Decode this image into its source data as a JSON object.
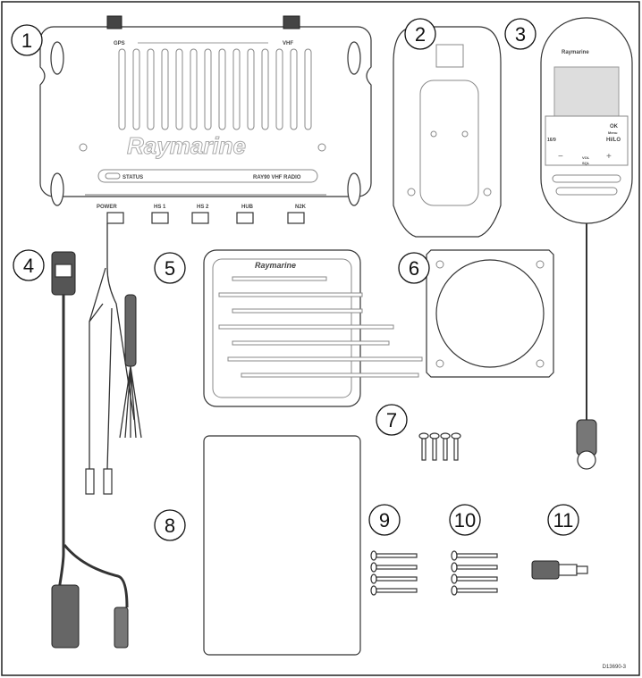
{
  "callouts": [
    "1",
    "2",
    "3",
    "4",
    "5",
    "6",
    "7",
    "8",
    "9",
    "10",
    "11"
  ],
  "radio": {
    "brand": "Raymarine",
    "gps": "GPS",
    "vhf": "VHF",
    "status": "STATUS",
    "model": "RAY90  VHF  RADIO",
    "ports": [
      "POWER",
      "HS 1",
      "HS 2",
      "HUB",
      "N2K"
    ]
  },
  "speaker": {
    "brand": "Raymarine"
  },
  "handset": {
    "brand": "Raymarine",
    "ok": "OK",
    "menu": "Menu",
    "ch16": "16/9",
    "hilo": "HI/LO",
    "vol": "VOL",
    "sql": "SQL"
  },
  "figure_code": "D13690-3"
}
